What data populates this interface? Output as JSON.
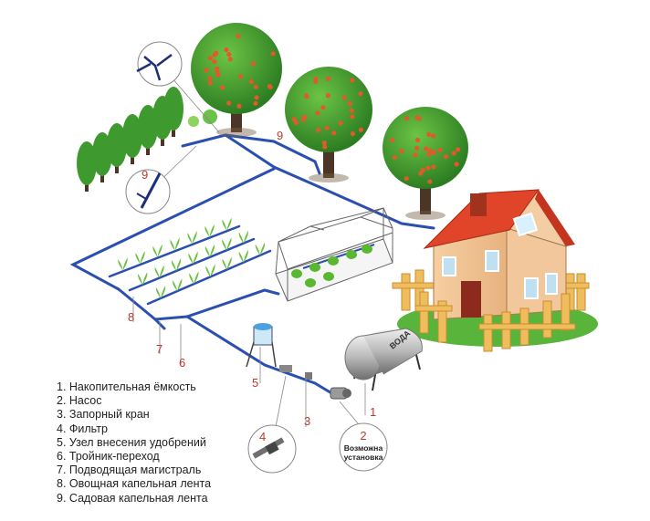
{
  "legend": [
    {
      "num": "1",
      "text": "Накопительная ёмкость"
    },
    {
      "num": "2",
      "text": "Насос"
    },
    {
      "num": "3",
      "text": "Запорный кран"
    },
    {
      "num": "4",
      "text": "Фильтр"
    },
    {
      "num": "5",
      "text": "Узел внесения удобрений"
    },
    {
      "num": "6",
      "text": "Тройник-переход"
    },
    {
      "num": "7",
      "text": "Подводящая магистраль"
    },
    {
      "num": "8",
      "text": "Овощная капельная лента"
    },
    {
      "num": "9",
      "text": "Садовая капельная лента"
    }
  ],
  "markers": {
    "m1": "1",
    "m2": "2",
    "m3": "3",
    "m4": "4",
    "m5": "5",
    "m6": "6",
    "m7": "7",
    "m8": "8",
    "m9a": "9",
    "m9b": "9"
  },
  "tank_label": "ВОДА",
  "pump_note_line1": "Возможна",
  "pump_note_line2": "установка",
  "colors": {
    "pipe": "#2a4fb0",
    "marker": "#c0392b",
    "roof": "#e0452a",
    "wall": "#f2c79a",
    "fence": "#e8b25a",
    "foliage": "#3e9a2e",
    "fruit": "#e05a2a"
  }
}
